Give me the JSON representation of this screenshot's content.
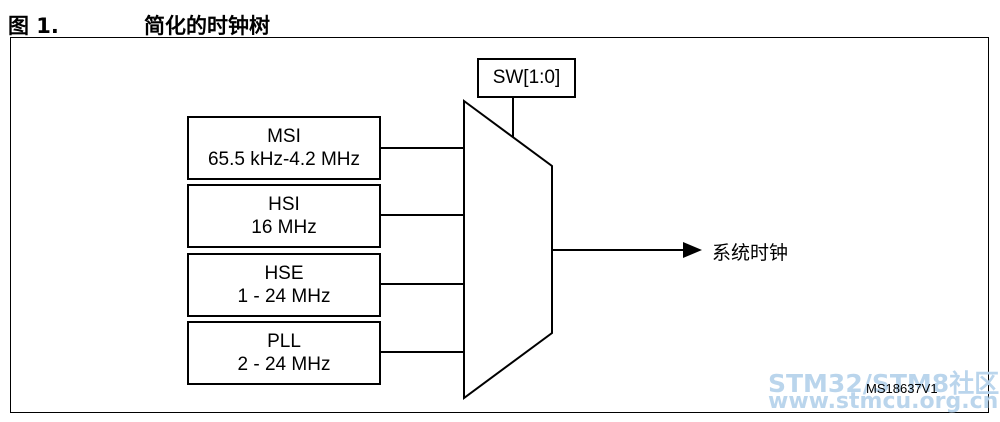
{
  "figure": {
    "number": "图 1.",
    "title": "简化的时钟树",
    "code": "MS18637V1"
  },
  "sources": [
    {
      "name": "MSI",
      "range": "65.5 kHz-4.2 MHz"
    },
    {
      "name": "HSI",
      "range": "16 MHz"
    },
    {
      "name": "HSE",
      "range": "1 - 24 MHz"
    },
    {
      "name": "PLL",
      "range": "2 - 24 MHz"
    }
  ],
  "selector": {
    "label": "SW[1:0]"
  },
  "output": {
    "label": "系统时钟"
  },
  "watermark": {
    "line1": "STM32/STM8社区",
    "line2": "www.stmcu.org.cn"
  }
}
